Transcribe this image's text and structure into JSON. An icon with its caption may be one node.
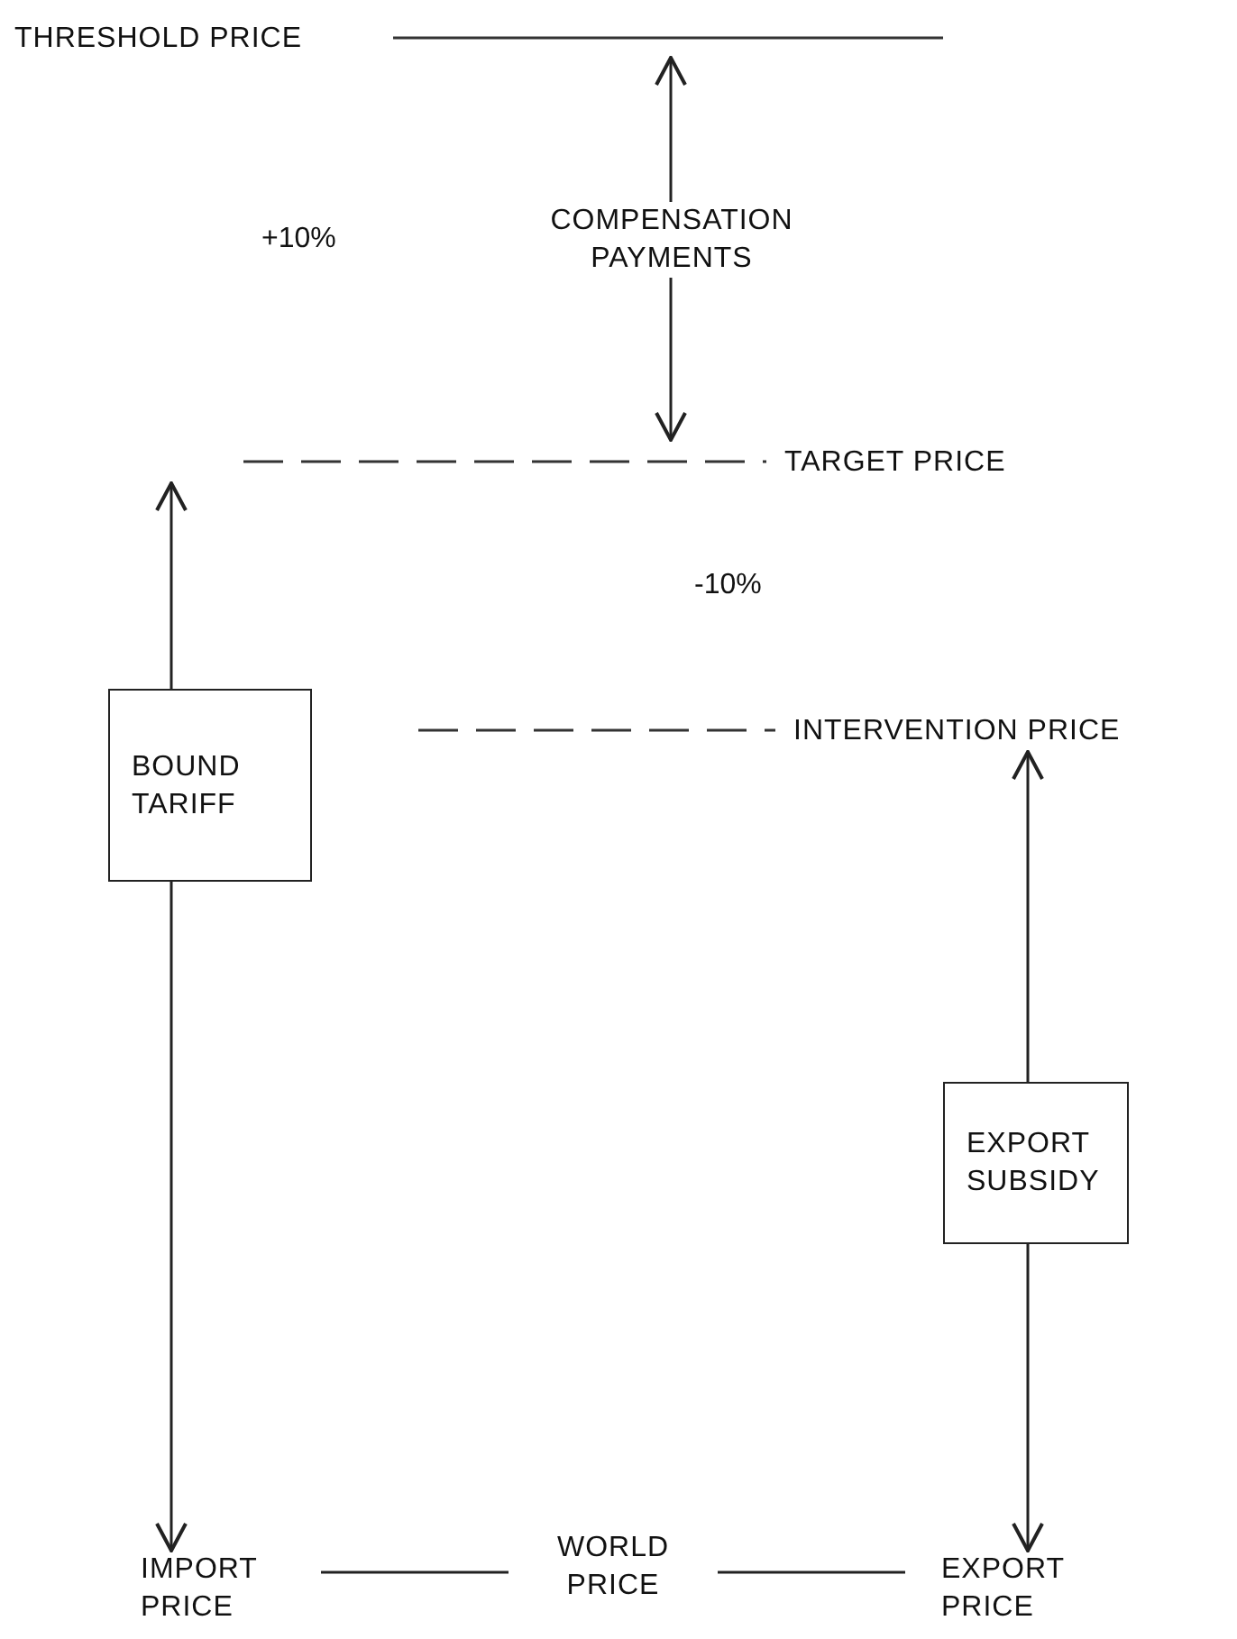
{
  "diagram": {
    "nodes": [
      {
        "text": [
          "THRESHOLD PRICE"
        ]
      },
      {
        "text": [
          "COMPENSATION PAYMENTS"
        ]
      },
      {
        "text": [
          "TARGET PRICE"
        ]
      },
      {
        "text": [
          "INTERVENTION PRICE"
        ]
      },
      {
        "text": [
          "BOUND TARIFF"
        ]
      },
      {
        "text": [
          "EXPORT SUBSIDY"
        ]
      },
      {
        "text": [
          "IMPORT PRICE"
        ]
      },
      {
        "text": [
          "WORLD PRICE"
        ]
      },
      {
        "text": [
          "EXPORT PRICE"
        ]
      }
    ],
    "edges": [
      {
        "from": 1,
        "to": 0,
        "arrow": "to"
      },
      {
        "from": 1,
        "to": 2,
        "arrow": "to"
      },
      {
        "from": 4,
        "to": 2,
        "arrow": "to"
      },
      {
        "from": 4,
        "to": 6,
        "arrow": "to"
      },
      {
        "from": 5,
        "to": 3,
        "arrow": "to"
      },
      {
        "from": 5,
        "to": 8,
        "arrow": "to"
      },
      {
        "from": 7,
        "to": 6,
        "arrow": "none"
      },
      {
        "from": 7,
        "to": 8,
        "arrow": "none"
      }
    ],
    "labels": [
      "+10%",
      "-10%"
    ]
  }
}
